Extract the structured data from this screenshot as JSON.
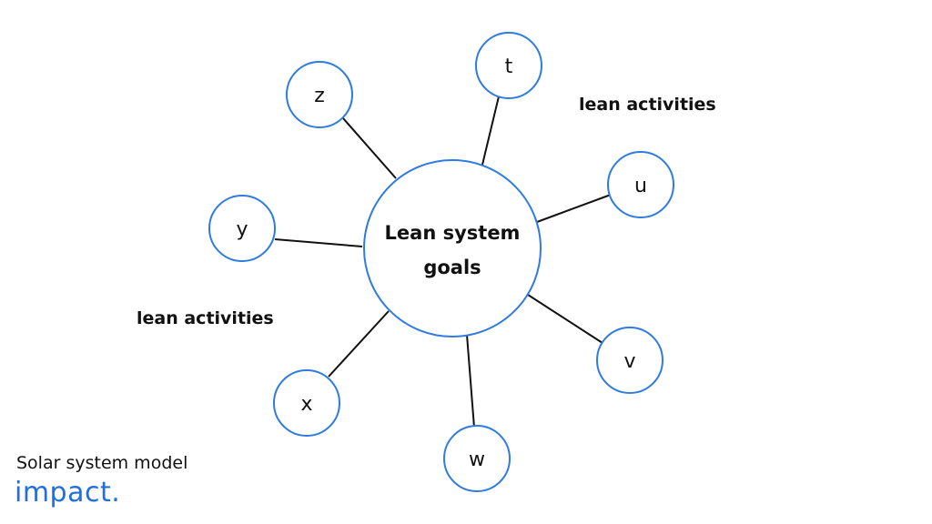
{
  "diagram": {
    "center_label_line1": "Lean system",
    "center_label_line2": "goals",
    "satellites": [
      "t",
      "u",
      "v",
      "w",
      "x",
      "y",
      "z"
    ],
    "side_label_right": "lean activities",
    "side_label_left": "lean activities"
  },
  "footer": {
    "title": "Solar system model",
    "brand": "impact."
  },
  "colors": {
    "node_stroke": "#2f7be0",
    "edge_stroke": "#111111",
    "brand": "#1f6fe0"
  }
}
